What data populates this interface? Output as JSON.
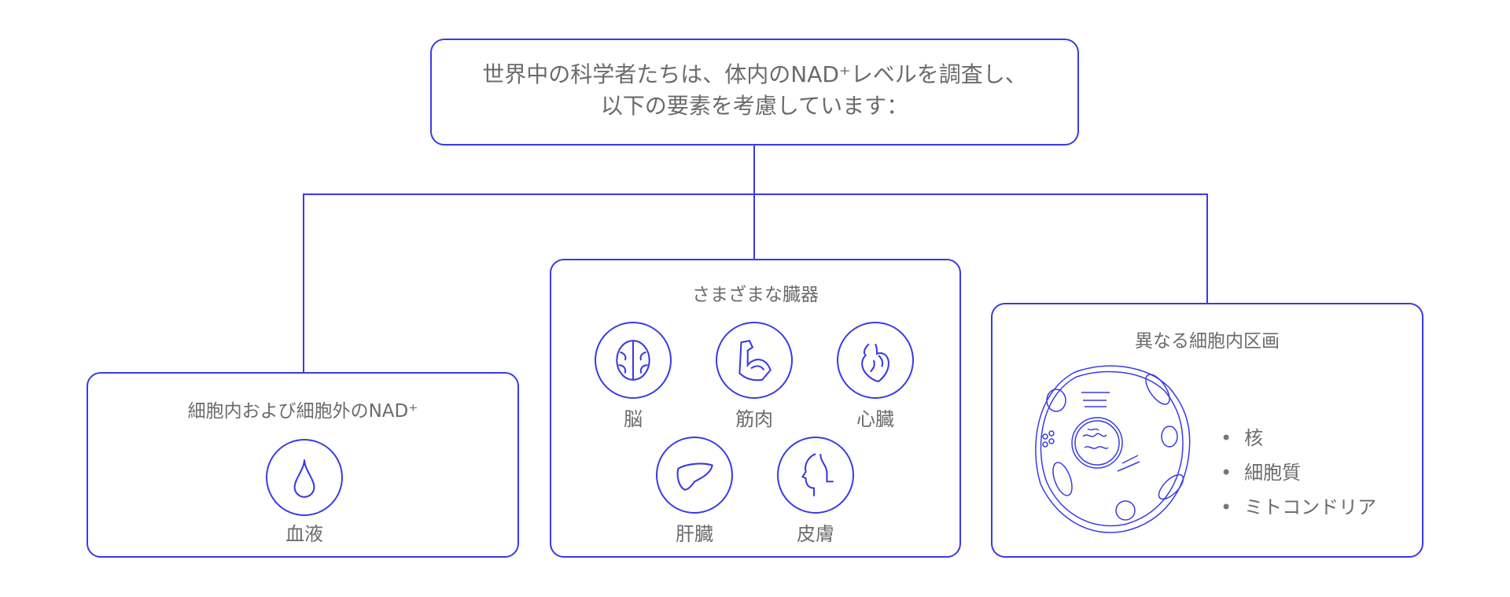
{
  "root": {
    "line1": "世界中の科学者たちは、体内のNAD⁺レベルを調査し、",
    "line2": "以下の要素を考慮しています："
  },
  "left": {
    "title": "細胞内および細胞外のNAD⁺",
    "items": [
      {
        "label": "血液",
        "icon": "blood-drop-icon"
      }
    ]
  },
  "middle": {
    "title": "さまざまな臓器",
    "items": [
      {
        "label": "脳",
        "icon": "brain-icon"
      },
      {
        "label": "筋肉",
        "icon": "muscle-icon"
      },
      {
        "label": "心臓",
        "icon": "heart-icon"
      },
      {
        "label": "肝臓",
        "icon": "liver-icon"
      },
      {
        "label": "皮膚",
        "icon": "skin-face-icon"
      }
    ]
  },
  "right": {
    "title": "異なる細胞内区画",
    "bullets": [
      "核",
      "細胞質",
      "ミトコンドリア"
    ],
    "icon": "cell-icon"
  },
  "colors": {
    "accent": "#3a3ae6",
    "text": "#6b6b6b"
  }
}
